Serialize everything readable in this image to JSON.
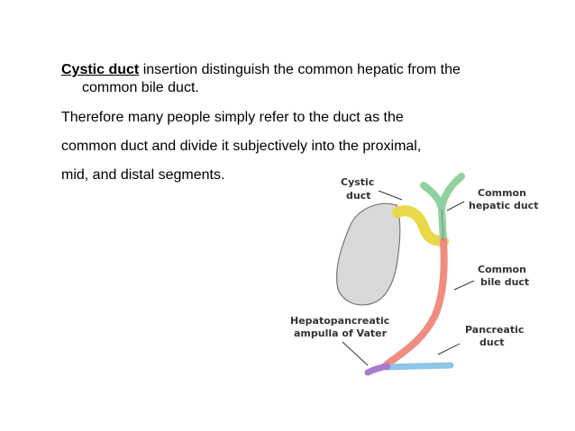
{
  "slide": {
    "line1_term": "Cystic duct",
    "line1_rest": " insertion distinguish the common hepatic from the",
    "line2": "common bile duct.",
    "line3": "Therefore many people simply refer to the duct as the",
    "line4": "common duct and divide it subjectively into the proximal,",
    "line5": "mid, and distal segments."
  },
  "diagram": {
    "labels": {
      "cystic_1": "Cystic",
      "cystic_2": "duct",
      "hepatic_1": "Common",
      "hepatic_2": "hepatic duct",
      "bile_1": "Common",
      "bile_2": "bile duct",
      "ampulla_1": "Hepatopancreatic",
      "ampulla_2": "ampulla of Vater",
      "pancreatic_1": "Pancreatic",
      "pancreatic_2": "duct"
    },
    "colors": {
      "gallbladder": "#d9d9d9",
      "cystic_duct": "#e8d84a",
      "hepatic_duct": "#8fd1a0",
      "bile_duct": "#f08c82",
      "pancreatic_duct": "#8ec6e6",
      "ampulla": "#a77ccc"
    }
  }
}
